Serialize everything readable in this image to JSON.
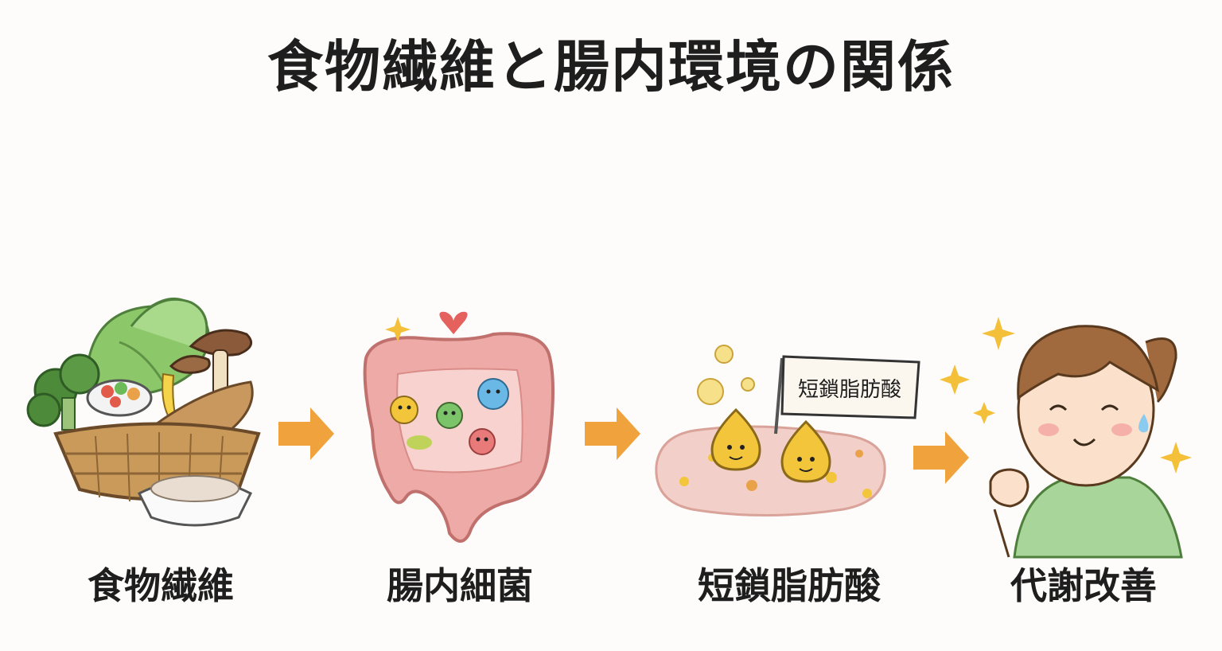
{
  "title": "食物繊維と腸内環境の関係",
  "steps": [
    {
      "label": "食物繊維",
      "icon": "vegetable-basket-icon"
    },
    {
      "label": "腸内細菌",
      "icon": "intestine-bacteria-icon"
    },
    {
      "label": "短鎖脂肪酸",
      "icon": "fatty-acid-droplets-icon"
    },
    {
      "label": "代謝改善",
      "icon": "happy-person-icon"
    }
  ],
  "flag_text": "短鎖脂肪酸",
  "colors": {
    "arrow": "#f0a23c",
    "intestine": "#eeaaa7",
    "droplet": "#f3c53a",
    "shirt": "#a8d69a"
  }
}
